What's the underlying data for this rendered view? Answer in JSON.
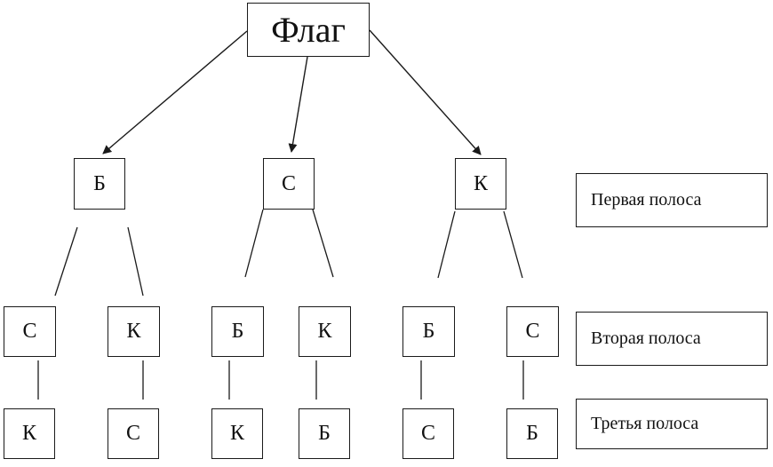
{
  "diagram": {
    "root": "Флаг",
    "level1": [
      "Б",
      "С",
      "К"
    ],
    "level2": [
      "С",
      "К",
      "Б",
      "К",
      "Б",
      "С"
    ],
    "level3": [
      "К",
      "С",
      "К",
      "Б",
      "С",
      "Б"
    ],
    "labels": {
      "first": "Первая полоса",
      "second": "Вторая полоса",
      "third": "Третья полоса"
    },
    "colors": {
      "line": "#1a1a1a",
      "background": "#ffffff"
    }
  }
}
